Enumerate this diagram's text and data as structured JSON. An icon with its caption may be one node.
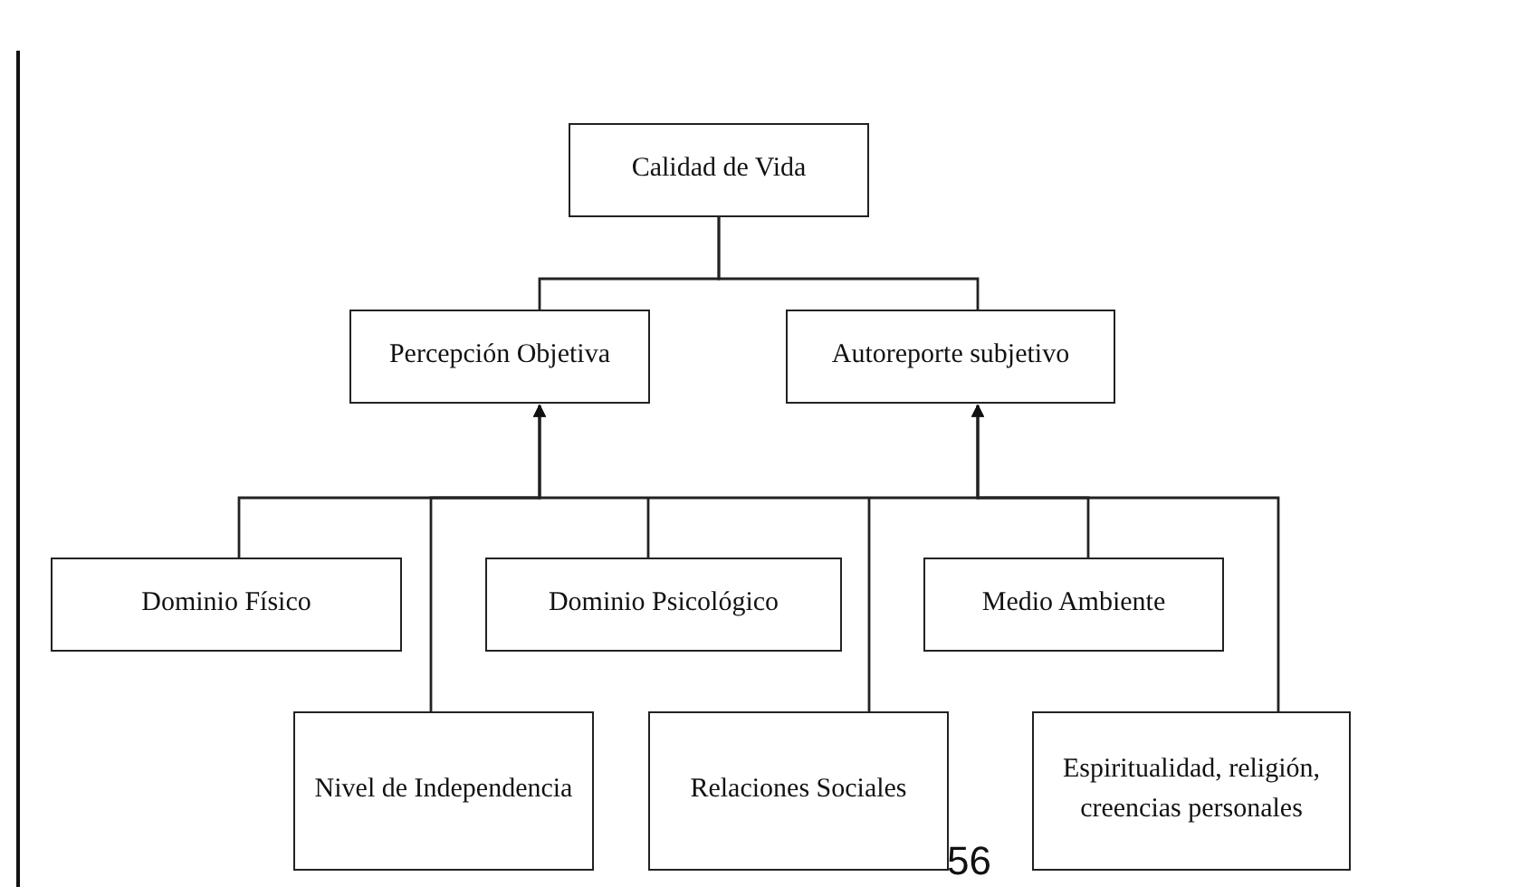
{
  "diagram": {
    "nodes": [
      {
        "text": [
          "Calidad de Vida"
        ]
      },
      {
        "text": [
          "Percepción Objetiva"
        ]
      },
      {
        "text": [
          "Autoreporte subjetivo"
        ]
      },
      {
        "text": [
          "Dominio Físico"
        ]
      },
      {
        "text": [
          "Dominio Psicológico"
        ]
      },
      {
        "text": [
          "Medio Ambiente"
        ]
      },
      {
        "text": [
          "Nivel de Independencia"
        ]
      },
      {
        "text": [
          "Relaciones Sociales"
        ]
      },
      {
        "text": [
          "Espiritualidad, religión, creencias personales"
        ]
      }
    ],
    "edges": [
      {
        "from": 0,
        "to": 1,
        "arrow": "none"
      },
      {
        "from": 0,
        "to": 2,
        "arrow": "none"
      },
      {
        "from": 3,
        "to": 1,
        "arrow": "to"
      },
      {
        "from": 6,
        "to": 1,
        "arrow": "to"
      },
      {
        "from": 4,
        "to": 1,
        "arrow": "to"
      },
      {
        "from": 7,
        "to": 2,
        "arrow": "to"
      },
      {
        "from": 5,
        "to": 2,
        "arrow": "to"
      },
      {
        "from": 8,
        "to": 2,
        "arrow": "to"
      }
    ],
    "labels": [
      "56"
    ]
  }
}
